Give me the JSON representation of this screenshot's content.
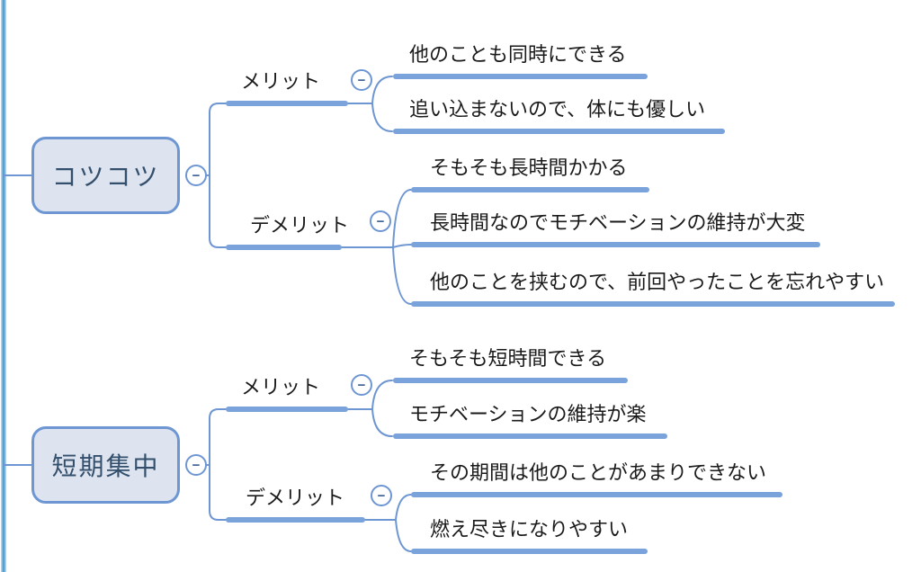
{
  "colors": {
    "connector": "#6E96D3",
    "underline": "#7BA3DB",
    "node_fill": "#DDE4F0",
    "node_border": "#6E96D3",
    "node_text": "#344F6C",
    "topic_text": "#1A1A1A",
    "edge_line": "#56A0D3",
    "collapse_glyph": "#3C5F93"
  },
  "collapse_icon": "−",
  "map": {
    "branches": [
      {
        "topic": "コツコツ",
        "groups": [
          {
            "label": "メリット",
            "items": [
              "他のことも同時にできる",
              "追い込まないので、体にも優しい"
            ]
          },
          {
            "label": "デメリット",
            "items": [
              "そもそも長時間かかる",
              "長時間なのでモチベーションの維持が大変",
              "他のことを挟むので、前回やったことを忘れやすい"
            ]
          }
        ]
      },
      {
        "topic": "短期集中",
        "groups": [
          {
            "label": "メリット",
            "items": [
              "そもそも短時間できる",
              "モチベーションの維持が楽"
            ]
          },
          {
            "label": "デメリット",
            "items": [
              "その期間は他のことがあまりできない",
              "燃え尽きになりやすい"
            ]
          }
        ]
      }
    ]
  }
}
